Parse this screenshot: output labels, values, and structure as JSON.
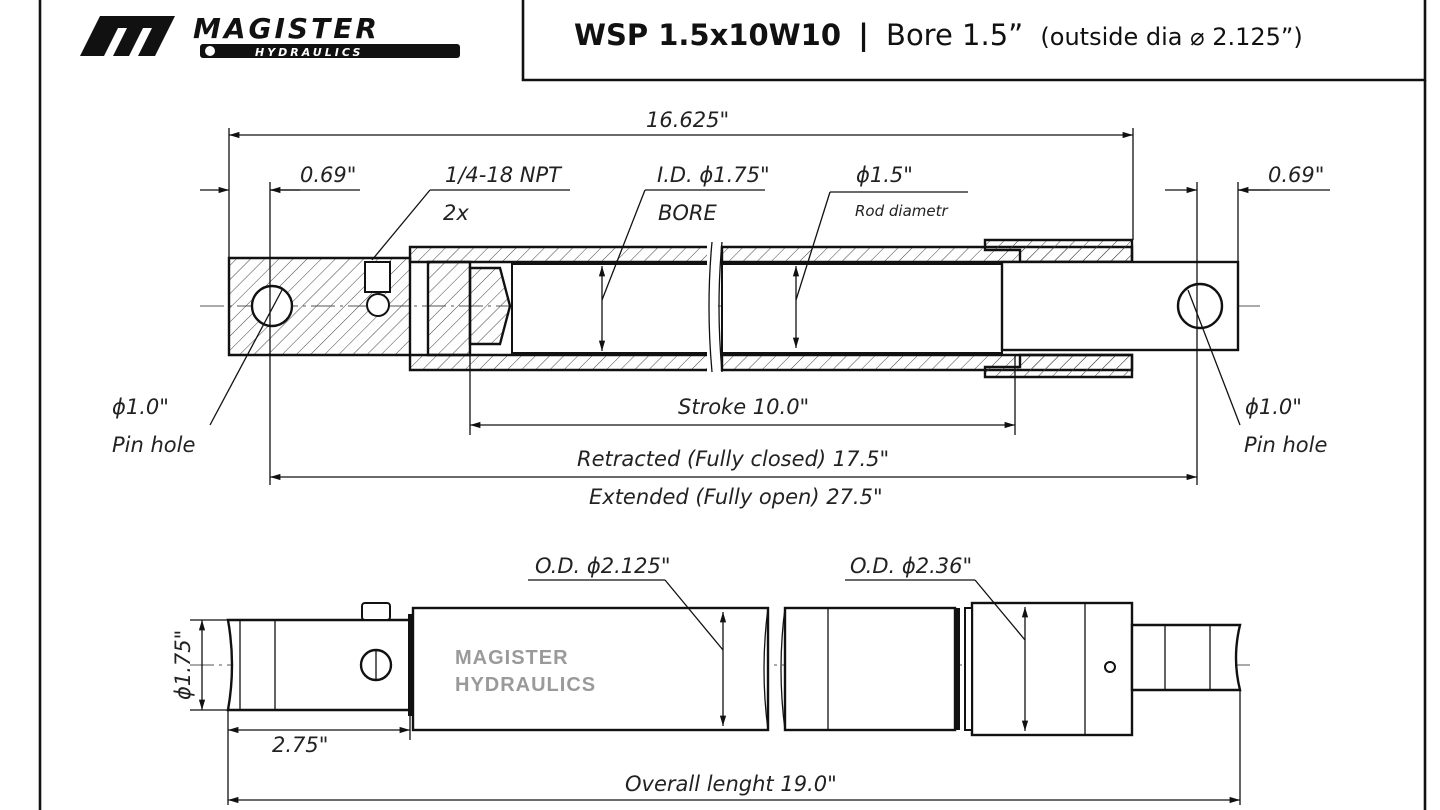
{
  "header": {
    "logo_text": "MAGISTER",
    "logo_subtext": "HYDRAULICS",
    "title_bold": "WSP 1.5x10W10",
    "title_sep": "|",
    "title_bore": "Bore 1.5”",
    "title_outside": "(outside dia ⌀ 2.125”)"
  },
  "side_view": {
    "overall_installed": "16.625\"",
    "left_offset": "0.69\"",
    "port_thread": "1/4-18 NPT",
    "port_count": "2x",
    "inner_dia": "I.D. ϕ1.75\"",
    "bore_label": "BORE",
    "rod_dia": "ϕ1.5\"",
    "rod_dia_label": "Rod diametr",
    "right_offset": "0.69\"",
    "left_pin_dia": "ϕ1.0\"",
    "left_pin_label": "Pin hole",
    "right_pin_dia": "ϕ1.0\"",
    "right_pin_label": "Pin hole",
    "stroke": "Stroke 10.0\"",
    "retracted": "Retracted (Fully closed) 17.5\"",
    "extended": "Extended (Fully open) 27.5\""
  },
  "outer_view": {
    "barrel_od": "O.D. ϕ2.125\"",
    "gland_od": "O.D. ϕ2.36\"",
    "end_dia": "ϕ1.75\"",
    "end_length": "2.75\"",
    "overall_length": "Overall lenght 19.0\"",
    "watermark_line1": "MAGISTER",
    "watermark_line2": "HYDRAULICS"
  }
}
